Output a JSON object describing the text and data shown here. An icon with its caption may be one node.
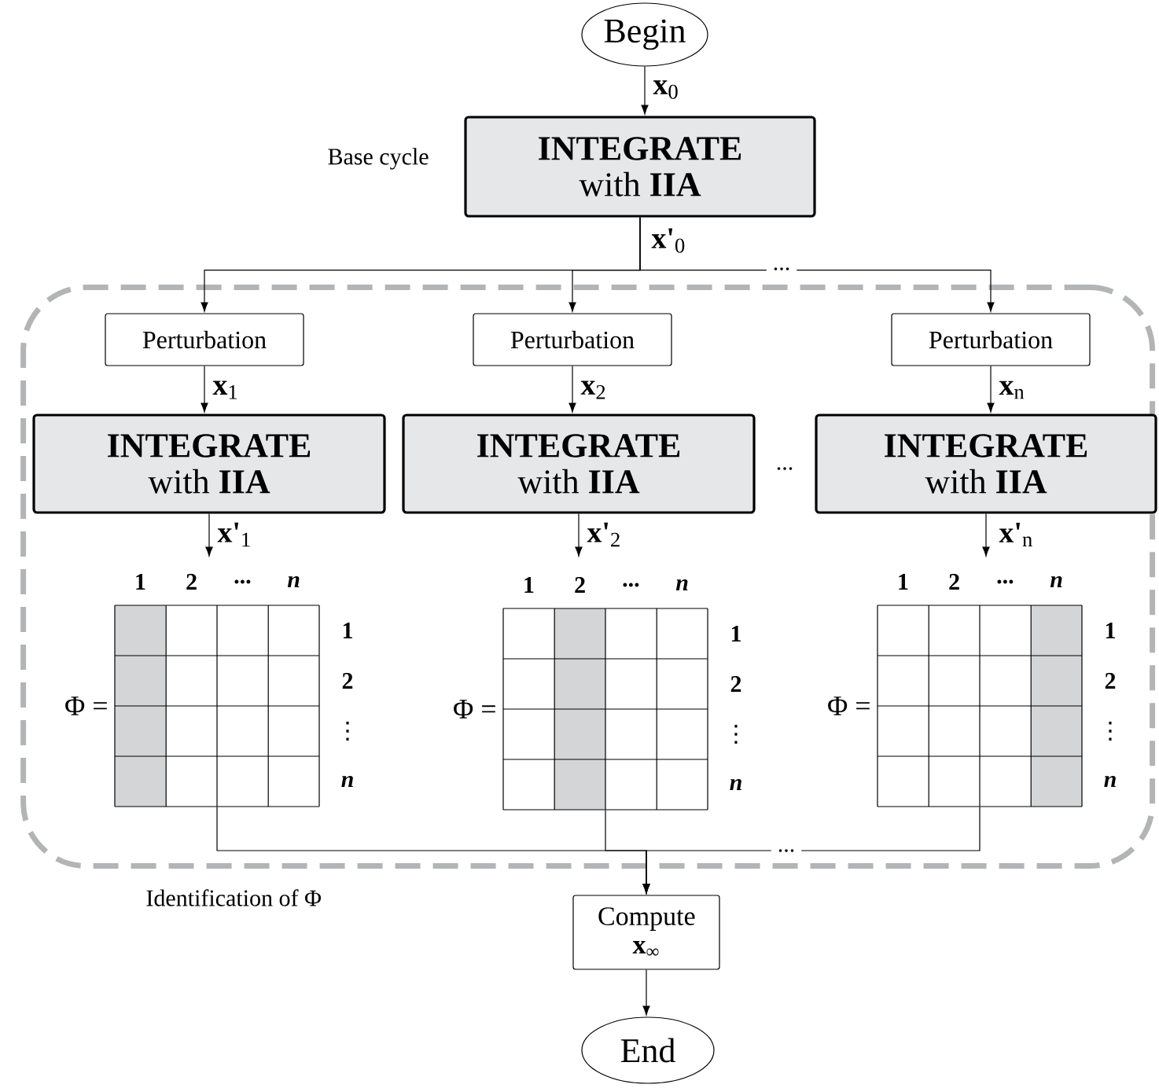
{
  "diagram": {
    "nodes": [
      {
        "text": [
          "Begin"
        ]
      },
      {
        "text": [
          "INTEGRATE",
          "with **IIA**"
        ],
        "beside": [
          "Base cycle"
        ]
      },
      {
        "text": [
          "Identification of Φ"
        ]
      },
      {
        "text": [
          "Perturbation"
        ],
        "in": 2
      },
      {
        "text": [
          "Perturbation"
        ],
        "in": 2
      },
      {
        "text": [
          "Perturbation"
        ],
        "in": 2
      },
      {
        "text": [
          "INTEGRATE",
          "with **IIA**"
        ],
        "in": 2
      },
      {
        "text": [
          "INTEGRATE",
          "with **IIA**"
        ],
        "in": 2
      },
      {
        "text": [
          "INTEGRATE",
          "with **IIA**"
        ],
        "in": 2
      },
      {
        "text": [],
        "shape": "grid",
        "in": 2,
        "beside": [
          "Φ =",
          "1",
          "2",
          "...",
          "n",
          "1",
          "2",
          "⋮",
          "n"
        ]
      },
      {
        "text": [],
        "shape": "grid",
        "in": 2,
        "beside": [
          "Φ =",
          "1",
          "2",
          "...",
          "n",
          "1",
          "2",
          "⋮",
          "n"
        ]
      },
      {
        "text": [],
        "shape": "grid",
        "in": 2,
        "beside": [
          "Φ =",
          "1",
          "2",
          "...",
          "n",
          "1",
          "2",
          "⋮",
          "n"
        ]
      },
      {
        "text": [
          "Compute **x**$_{∞}$"
        ]
      },
      {
        "text": [
          "End"
        ]
      }
    ],
    "edges": [
      {
        "from": 0,
        "to": 1,
        "arrow": "to",
        "label": "**x**$_{0}$"
      },
      {
        "from": 1,
        "to": 3,
        "arrow": "to",
        "label": "**x'**$_{0}$"
      },
      {
        "from": 1,
        "to": 4,
        "arrow": "to"
      },
      {
        "from": 1,
        "to": 5,
        "arrow": "to"
      },
      {
        "from": 3,
        "to": 6,
        "arrow": "to",
        "label": "**x**$_{1}$"
      },
      {
        "from": 4,
        "to": 7,
        "arrow": "to",
        "label": "**x**$_{2}$"
      },
      {
        "from": 5,
        "to": 8,
        "arrow": "to",
        "label": "**x**$_{n}$"
      },
      {
        "from": 6,
        "to": 9,
        "arrow": "to",
        "label": "**x'**$_{1}$"
      },
      {
        "from": 7,
        "to": 10,
        "arrow": "to",
        "label": "**x'**$_{2}$"
      },
      {
        "from": 8,
        "to": 11,
        "arrow": "to",
        "label": "**x'**$_{n}$"
      },
      {
        "from": 9,
        "to": 12,
        "arrow": "to"
      },
      {
        "from": 10,
        "to": 12,
        "arrow": "to"
      },
      {
        "from": 11,
        "to": 12,
        "arrow": "to"
      },
      {
        "from": 12,
        "to": 13,
        "arrow": "to"
      }
    ],
    "labels": [
      "...",
      "...",
      "..."
    ]
  }
}
